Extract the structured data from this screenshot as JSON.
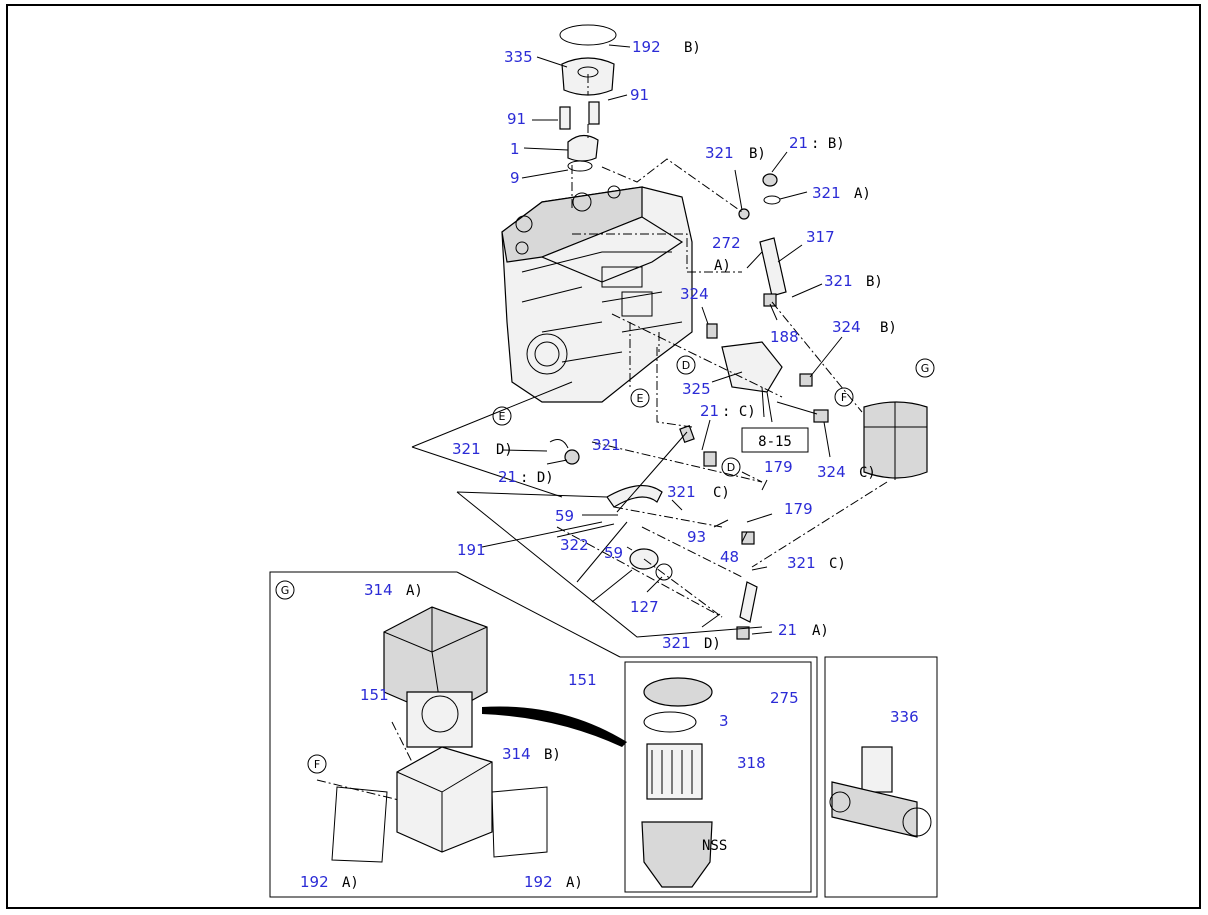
{
  "labels": [
    {
      "id": "l192b",
      "text": "192",
      "note": "B)"
    },
    {
      "id": "l335",
      "text": "335",
      "note": ""
    },
    {
      "id": "l91r",
      "text": "91",
      "note": ""
    },
    {
      "id": "l91l",
      "text": "91",
      "note": ""
    },
    {
      "id": "l1",
      "text": "1",
      "note": ""
    },
    {
      "id": "l9",
      "text": "9",
      "note": ""
    },
    {
      "id": "l321a",
      "text": "321",
      "note": "B)"
    },
    {
      "id": "l21b",
      "text": "21",
      "note": ": B)"
    },
    {
      "id": "l321b",
      "text": "321",
      "note": "A)"
    },
    {
      "id": "l317",
      "text": "317",
      "note": ""
    },
    {
      "id": "l272",
      "text": "272",
      "note": "A)"
    },
    {
      "id": "l321c",
      "text": "321",
      "note": "B)"
    },
    {
      "id": "l324a",
      "text": "324",
      "note": ""
    },
    {
      "id": "l188",
      "text": "188",
      "note": ""
    },
    {
      "id": "l324b",
      "text": "324",
      "note": "B)"
    },
    {
      "id": "l325",
      "text": "325",
      "note": ""
    },
    {
      "id": "l21c",
      "text": "21",
      "note": ": C)"
    },
    {
      "id": "l324c",
      "text": "324",
      "note": "C)"
    },
    {
      "id": "l321d",
      "text": "321",
      "note": "D)"
    },
    {
      "id": "l321e",
      "text": "321",
      "note": ""
    },
    {
      "id": "l21d",
      "text": "21",
      "note": ": D)"
    },
    {
      "id": "l179a",
      "text": "179",
      "note": ""
    },
    {
      "id": "l321f",
      "text": "321",
      "note": "C)"
    },
    {
      "id": "l179b",
      "text": "179",
      "note": ""
    },
    {
      "id": "l59a",
      "text": "59",
      "note": ""
    },
    {
      "id": "l93",
      "text": "93",
      "note": ""
    },
    {
      "id": "l191",
      "text": "191",
      "note": ""
    },
    {
      "id": "l322",
      "text": "322",
      "note": ""
    },
    {
      "id": "l59b",
      "text": "59",
      "note": ""
    },
    {
      "id": "l48",
      "text": "48",
      "note": ""
    },
    {
      "id": "l321g",
      "text": "321",
      "note": "C)"
    },
    {
      "id": "l127",
      "text": "127",
      "note": ""
    },
    {
      "id": "l314a",
      "text": "314",
      "note": "A)"
    },
    {
      "id": "l321h",
      "text": "321",
      "note": "D)"
    },
    {
      "id": "l21a",
      "text": "21",
      "note": "A)"
    },
    {
      "id": "l151a",
      "text": "151",
      "note": ""
    },
    {
      "id": "l151b",
      "text": "151",
      "note": ""
    },
    {
      "id": "l275",
      "text": "275",
      "note": ""
    },
    {
      "id": "l3",
      "text": "3",
      "note": ""
    },
    {
      "id": "l336",
      "text": "336",
      "note": ""
    },
    {
      "id": "l314b",
      "text": "314",
      "note": "B)"
    },
    {
      "id": "l318",
      "text": "318",
      "note": ""
    },
    {
      "id": "l192al",
      "text": "192",
      "note": "A)"
    },
    {
      "id": "l192ar",
      "text": "192",
      "note": "A)"
    },
    {
      "id": "lnss",
      "text": "",
      "note": "NSS"
    }
  ],
  "callouts": {
    "g_top": "G",
    "g_inset": "G",
    "f_main": "F",
    "f_inset": "F",
    "e_main": "E",
    "e_left": "E",
    "d_main": "D",
    "d_mid": "D"
  },
  "reference_box": "8-15",
  "colors": {
    "part_number": "#2b2bd6",
    "linework": "#000000"
  }
}
